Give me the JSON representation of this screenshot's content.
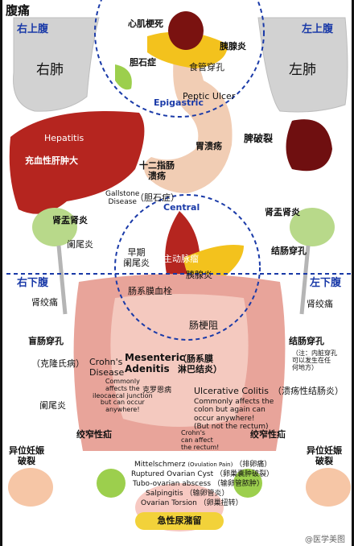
{
  "title": "腹痛",
  "regions": {
    "right_upper": "右上腹",
    "left_upper": "左上腹",
    "right_lower": "右下腹",
    "left_lower": "左下腹",
    "epigastric": "Epigastric",
    "central": "Central"
  },
  "organs": {
    "right_lung": "右肺",
    "left_lung": "左肺"
  },
  "conditions": {
    "mi": "心肌梗死",
    "pancreatitis_top": "胰腺炎",
    "gallstones": "胆石症",
    "esophageal_perforation": "食管穿孔",
    "peptic_ulcer": "Peptic Ulcer",
    "hepatitis": "Hepatitis",
    "hepatomegaly": "充血性肝肿大",
    "splenic_rupture": "脾破裂",
    "gastric_ulcer": "胃溃疡",
    "duodenal_ulcer": "十二指肠\n溃疡",
    "gallstone_disease": "Gallstone\nDisease",
    "gallstone_disease_cn": "（胆石症）",
    "pyelonephritis_right": "肾盂肾炎",
    "pyelonephritis_left": "肾盂肾炎",
    "appendicitis_upper": "阑尾炎",
    "early_appendicitis": "早期\n阑尾炎",
    "aortic_aneurysm": "主动脉瘤",
    "pancreatitis_center": "胰腺炎",
    "colon_perforation_upper": "结肠穿孔",
    "ureteral_colic_right": "肾绞痛",
    "ureteral_colic_left": "肾绞痛",
    "mesenteric_thrombosis": "肠系膜血栓",
    "bowel_obstruction": "肠梗阻",
    "bowel_perforation_right": "盲肠穿孔",
    "colon_perforation_left": "结肠穿孔",
    "colon_perforation_note": "（注：内脏穿孔\n可以发生在任\n何地方）",
    "crohns_cn": "（克隆氏病）",
    "crohns_en": "Crohn's\nDisease",
    "crohns_note": "Commonly\naffects the\nileocaecal junction\nbut can occur\nanywhere!",
    "mesenteric_adenitis": "Mesenteric\nAdenitis",
    "mesenteric_adenitis_cn": "（肠系膜\n淋巴结炎）",
    "crohns_disease_cn2": "克罗恩病",
    "ulcerative_colitis": "Ulcerative Colitis",
    "ulcerative_colitis_cn": "（溃疡性结肠炎）",
    "uc_note": "Commonly affects the\ncolon but again can\noccur anywhere!\n(But not the rectum)",
    "appendicitis_lower": "阑尾炎",
    "crohns_rectum": "Crohn's\ncan affect\nthe rectum!",
    "colic_right": "绞窄性疝",
    "colic_left": "绞窄性疝",
    "ectopic_right": "异位妊娠\n破裂",
    "ectopic_left": "异位妊娠\n破裂",
    "mittelschmerz": "Mittelschmerz",
    "mittelschmerz_note": "(Ovulation Pain)",
    "mittelschmerz_cn": "（排卵痛）",
    "ruptured_cyst": "Ruptured Ovarian Cyst",
    "ruptured_cyst_cn": "（卵巢囊肿破裂）",
    "tubo_ovarian": "Tubo-ovarian abscess",
    "tubo_ovarian_cn": "（输卵管脓肿）",
    "salpingitis": "Salpingitis",
    "salpingitis_cn": "（输卵管炎）",
    "ovarian_torsion": "Ovarian Torsion",
    "ovarian_torsion_cn": "（卵巢扭转）",
    "urinary_retention": "急性尿潴留"
  },
  "watermark": "@医学美图",
  "colors": {
    "region_blue": "#1a3aa8",
    "liver": "#b5251f",
    "bowel": "#e8a49a",
    "lung": "#d2d2d2",
    "retention_bg": "#f2d23a"
  }
}
